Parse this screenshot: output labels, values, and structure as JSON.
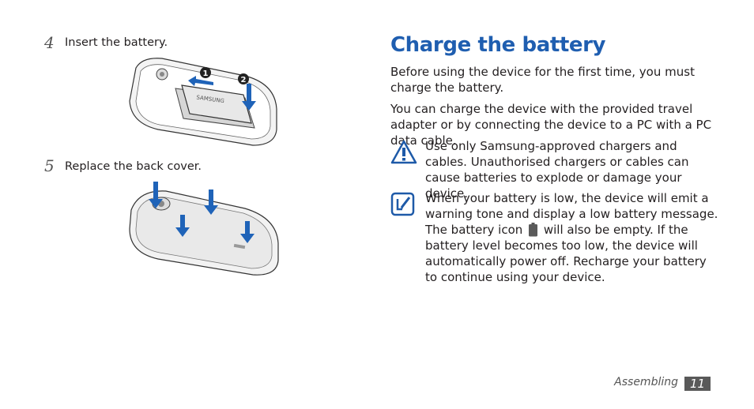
{
  "steps": [
    {
      "number": "4",
      "text": "Insert the battery."
    },
    {
      "number": "5",
      "text": "Replace the back cover."
    }
  ],
  "illustration": {
    "callout_1": "1",
    "callout_2": "2",
    "battery_label": "SAMSUNG"
  },
  "section": {
    "title": "Charge the battery",
    "para1": "Before using the device for the first time, you must charge the battery.",
    "para2": "You can charge the device with the provided travel adapter or by connecting the device to a PC with a PC data cable."
  },
  "warning": {
    "icon": "warning-triangle-icon",
    "text": "Use only Samsung-approved chargers and cables. Unauthorised chargers or cables can cause batteries to explode or damage your device."
  },
  "note": {
    "icon": "note-pencil-icon",
    "text_before": "When your battery is low, the device will emit a warning tone and display a low battery message. The battery icon",
    "inline_icon": "low-battery-icon",
    "text_after": "will also be empty. If the battery level becomes too low, the device will automatically power off. Recharge your battery to continue using your device."
  },
  "footer": {
    "section_label": "Assembling",
    "page_number": "11"
  },
  "colors": {
    "title": "#1f5eb0",
    "arrow": "#1f63b8",
    "icon_blue": "#1e5aa8",
    "badge": "#595959"
  }
}
